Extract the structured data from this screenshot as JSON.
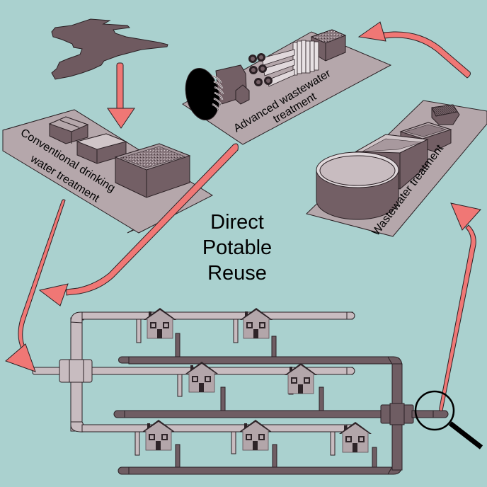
{
  "diagram": {
    "title_lines": [
      "Direct",
      "Potable",
      "Reuse"
    ],
    "stages": [
      {
        "id": "source",
        "name": "Water source (lake)"
      },
      {
        "id": "conventional",
        "label_lines": [
          "Conventional drinking",
          "water treatment"
        ]
      },
      {
        "id": "distribution",
        "name": "Distribution network (houses and pipes)"
      },
      {
        "id": "wastewater",
        "label_lines": [
          "Wastewater treatment"
        ]
      },
      {
        "id": "advanced",
        "label_lines": [
          "Advanced wastewater",
          "treatment"
        ]
      }
    ],
    "flows": [
      {
        "from": "source",
        "to": "conventional"
      },
      {
        "from": "conventional",
        "to": "distribution"
      },
      {
        "from": "distribution",
        "to": "wastewater"
      },
      {
        "from": "wastewater",
        "to": "advanced"
      },
      {
        "from": "advanced",
        "to": "distribution"
      }
    ],
    "houses_count": 7,
    "colors": {
      "background": "#aad1cf",
      "arrow": "#f07775",
      "platform": "#b5a7ab",
      "equipment": "#735f65",
      "clean_pipe": "#c8bcc0",
      "sewer_pipe": "#6f5d63",
      "house": "#b3a6aa",
      "house_dark": "#2e2428"
    },
    "icons": [
      "lake-icon",
      "magnifier-icon",
      "house-icon"
    ]
  }
}
